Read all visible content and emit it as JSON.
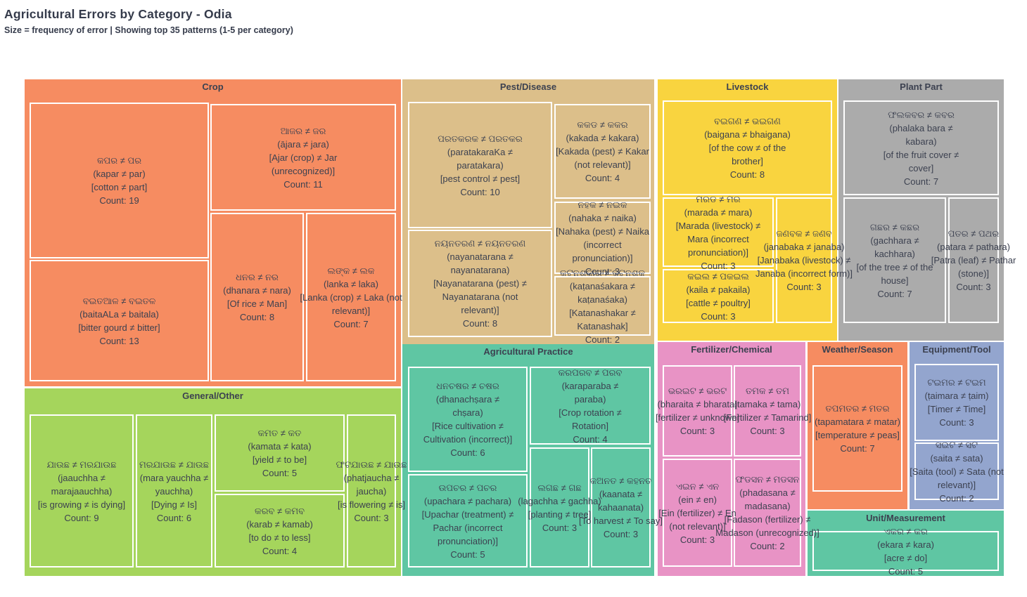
{
  "header": {
    "title": "Agricultural Errors by Category - Odia",
    "subtitle": "Size = frequency of error | Showing top 35 patterns (1-5 per category)"
  },
  "chart_data": {
    "type": "treemap",
    "title": "Agricultural Errors by Category - Odia",
    "subtitle": "Size = frequency of error | Showing top 35 patterns (1-5 per category)",
    "size_encoding": "frequency of error",
    "total_patterns_shown": 35,
    "patterns_per_category": "1-5",
    "text_color": "#3c4150",
    "categories": [
      {
        "name": "Crop",
        "key": "crop",
        "color": "#f68c61",
        "items": [
          {
            "odia": "କପର ≠ ପର",
            "roman": "(kapar ≠ par)",
            "gloss": "[cotton ≠ part]",
            "count": 19,
            "lines": [
              "କପର ≠ ପର",
              "(kapar ≠ par)",
              "[cotton ≠ part]",
              "Count: 19"
            ]
          },
          {
            "odia": "ଆଜର ≠ ଜର",
            "roman": "(ājara ≠ jara)",
            "gloss": "[Ajar (crop) ≠ Jar (unrecognized)]",
            "count": 11,
            "lines": [
              "ଆଜର ≠ ଜର",
              "(ājara ≠ jara)",
              "[Ajar (crop) ≠ Jar",
              "(unrecognized)]",
              "Count: 11"
            ]
          },
          {
            "odia": "ବଇତଆଳ ≠ ବଇତଳ",
            "roman": "(baitaALa ≠ baitala)",
            "gloss": "[bitter gourd ≠ bitter]",
            "count": 13,
            "lines": [
              "ବଇତଆଳ ≠ ବଇତଳ",
              "(baitaALa ≠ baitala)",
              "[bitter gourd ≠ bitter]",
              "Count: 13"
            ]
          },
          {
            "odia": "ଧନର ≠ ନର",
            "roman": "(dhanara ≠ nara)",
            "gloss": "[Of rice ≠ Man]",
            "count": 8,
            "lines": [
              "ଧନର ≠ ନର",
              "(dhanara ≠ nara)",
              "[Of rice ≠ Man]",
              "Count: 8"
            ]
          },
          {
            "odia": "ଲଙ୍କ ≠ ଲକ",
            "roman": "(lanka ≠ laka)",
            "gloss": "[Lanka (crop) ≠ Laka (not relevant)]",
            "count": 7,
            "lines": [
              "ଲଙ୍କ ≠ ଲକ",
              "(lanka ≠ laka)",
              "[Lanka (crop) ≠ Laka (not",
              "relevant)]",
              "Count: 7"
            ]
          }
        ]
      },
      {
        "name": "Pest/Disease",
        "key": "pest-disease",
        "color": "#dcbf8a",
        "items": [
          {
            "odia": "ପରତକରକ ≠ ପରତକର",
            "roman": "(paratakaraKa ≠ paratakara)",
            "gloss": "[pest control ≠ pest]",
            "count": 10,
            "lines": [
              "ପରତକରକ ≠ ପରତକର",
              "(paratakaraKa ≠",
              "paratakara)",
              "[pest control ≠ pest]",
              "Count: 10"
            ]
          },
          {
            "odia": "କକଡ ≠ କକର",
            "roman": "(kakada ≠ kakara)",
            "gloss": "[Kakada (pest) ≠ Kakar (not relevant)]",
            "count": 4,
            "lines": [
              "କକଡ ≠ କକର",
              "(kakada ≠ kakara)",
              "[Kakada (pest) ≠ Kakar",
              "(not relevant)]",
              "Count: 4"
            ]
          },
          {
            "odia": "ନହକ ≠ ନଇକ",
            "roman": "(nahaka ≠ naika)",
            "gloss": "[Nahaka (pest) ≠ Naika (incorrect pronunciation)]",
            "count": 3,
            "lines": [
              "ନହକ ≠ ନଇକ",
              "(nahaka ≠ naika)",
              "[Nahaka (pest) ≠ Naika",
              "(incorrect",
              "pronunciation)]",
              "Count: 3"
            ]
          },
          {
            "odia": "ନୟନତରଣ ≠ ନୟନତରଣ",
            "roman": "(nayanatarana ≠ nayanatarana)",
            "gloss": "[Nayanatarana (pest) ≠ Nayanatarana (not relevant)]",
            "count": 8,
            "lines": [
              "ନୟନତରଣ ≠ ନୟନତରଣ",
              "(nayanatarana ≠",
              "nayanatarana)",
              "[Nayanatarana (pest) ≠",
              "Nayanatarana (not",
              "relevant)]",
              "Count: 8"
            ]
          },
          {
            "odia": "କଟନଶକାର ≠ କଟନଶକ",
            "roman": "(kaṭanaśakara ≠ kaṭanaśaka)",
            "gloss": "[Katanashakar ≠ Katanashak]",
            "count": 2,
            "lines": [
              "କଟନଶକାର ≠ କଟନଶକ",
              "(kaṭanaśakara ≠",
              "kaṭanaśaka)",
              "[Katanashakar ≠",
              "Katanashak]",
              "Count: 2"
            ]
          }
        ]
      },
      {
        "name": "Livestock",
        "key": "livestock",
        "color": "#f9d43f",
        "items": [
          {
            "odia": "ବଇଗଣ ≠ ଭଇଗଣ",
            "roman": "(baigana ≠ bhaigana)",
            "gloss": "[of the cow ≠ of the brother]",
            "count": 8,
            "lines": [
              "ବଇଗଣ ≠ ଭଇଗଣ",
              "(baigana ≠ bhaigana)",
              "[of the cow ≠ of the",
              "brother]",
              "Count: 8"
            ]
          },
          {
            "odia": "ମରଡ ≠ ମର",
            "roman": "(marada ≠ mara)",
            "gloss": "[Marada (livestock) ≠ Mara (incorrect pronunciation)]",
            "count": 3,
            "lines": [
              "ମରଡ ≠ ମର",
              "(marada ≠ mara)",
              "[Marada (livestock) ≠",
              "Mara (incorrect",
              "pronunciation)]",
              "Count: 3"
            ]
          },
          {
            "odia": "ଜଣବକ ≠ ଜଣବ",
            "roman": "(janabaka ≠ janaba)",
            "gloss": "[Janabaka (livestock) ≠ Janaba (incorrect form)]",
            "count": 3,
            "lines": [
              "ଜଣବକ ≠ ଜଣବ",
              "(janabaka ≠ janaba)",
              "[Janabaka (livestock) ≠",
              "Janaba (incorrect form)]",
              "Count: 3"
            ]
          },
          {
            "odia": "କଇଲ ≠ ପକଇଲ",
            "roman": "(kaila ≠ pakaila)",
            "gloss": "[cattle ≠ poultry]",
            "count": 3,
            "lines": [
              "କଇଲ ≠ ପକଇଲ",
              "(kaila ≠ pakaila)",
              "[cattle ≠ poultry]",
              "Count: 3"
            ]
          }
        ]
      },
      {
        "name": "Plant Part",
        "key": "plant-part",
        "color": "#ababab",
        "items": [
          {
            "odia": "ଫଲକବର ≠ କବର",
            "roman": "(phalaka bara ≠ kabara)",
            "gloss": "[of the fruit cover ≠ cover]",
            "count": 7,
            "lines": [
              "ଫଲକବର ≠ କବର",
              "(phalaka bara ≠",
              "kabara)",
              "[of the fruit cover ≠",
              "cover]",
              "Count: 7"
            ]
          },
          {
            "odia": "ଗଛର ≠ କଛର",
            "roman": "(gachhara ≠ kachhara)",
            "gloss": "[of the tree ≠ of the house]",
            "count": 7,
            "lines": [
              "ଗଛର ≠ କଛର",
              "(gachhara ≠",
              "kachhara)",
              "[of the tree ≠ of the",
              "house]",
              "Count: 7"
            ]
          },
          {
            "odia": "ପତର ≠ ପଥର",
            "roman": "(patara ≠ pathara)",
            "gloss": "[Patra (leaf) ≠ Pathar (stone)]",
            "count": 3,
            "lines": [
              "ପତର ≠ ପଥର",
              "(patara ≠ pathara)",
              "[Patra (leaf) ≠ Pathar",
              "(stone)]",
              "Count: 3"
            ]
          }
        ]
      },
      {
        "name": "General/Other",
        "key": "general-other",
        "color": "#a5d55c",
        "items": [
          {
            "odia": "ଯାଉଛ ≠ ମରଯାଉଛ",
            "roman": "(jaauchha ≠ marajaauchha)",
            "gloss": "[is growing ≠ is dying]",
            "count": 9,
            "lines": [
              "ଯାଉଛ ≠ ମରଯାଉଛ",
              "(jaauchha ≠",
              "marajaauchha)",
              "[is growing ≠ is dying]",
              "Count: 9"
            ]
          },
          {
            "odia": "ମରଯାଉଛ ≠ ଯାଉଛ",
            "roman": "(mara yauchha ≠ yauchha)",
            "gloss": "[Dying ≠ Is]",
            "count": 6,
            "lines": [
              "ମରଯାଉଛ ≠ ଯାଉଛ",
              "(mara yauchha ≠",
              "yauchha)",
              "[Dying ≠ Is]",
              "Count: 6"
            ]
          },
          {
            "odia": "କମତ ≠ କତ",
            "roman": "(kamata ≠ kata)",
            "gloss": "[yield ≠ to be]",
            "count": 5,
            "lines": [
              "କମତ ≠ କତ",
              "(kamata ≠ kata)",
              "[yield ≠ to be]",
              "Count: 5"
            ]
          },
          {
            "odia": "କରବ ≠ କମବ",
            "roman": "(karab ≠ kamab)",
            "gloss": "[to do ≠ to less]",
            "count": 4,
            "lines": [
              "କରବ ≠ କମବ",
              "(karab ≠ kamab)",
              "[to do ≠ to less]",
              "Count: 4"
            ]
          },
          {
            "odia": "ଫଟଯାଉଛ ≠ ଯାଉଛ",
            "roman": "(phatjaucha ≠ jaucha)",
            "gloss": "[is flowering ≠ is]",
            "count": 3,
            "lines": [
              "ଫଟଯାଉଛ ≠ ଯାଉଛ",
              "(phatjaucha ≠",
              "jaucha)",
              "[is flowering ≠ is]",
              "Count: 3"
            ]
          }
        ]
      },
      {
        "name": "Agricultural Practice",
        "key": "agricultural-practice",
        "color": "#5fc6a3",
        "items": [
          {
            "odia": "ଧନଚଷର ≠ ଚଷର",
            "roman": "(dhanachṣara ≠ chṣara)",
            "gloss": "[Rice cultivation ≠ Cultivation (incorrect)]",
            "count": 6,
            "lines": [
              "ଧନଚଷର ≠ ଚଷର",
              "(dhanachṣara ≠",
              "chṣara)",
              "[Rice cultivation ≠",
              "Cultivation (incorrect)]",
              "Count: 6"
            ]
          },
          {
            "odia": "କରପରବ ≠ ପରବ",
            "roman": "(karaparaba ≠ paraba)",
            "gloss": "[Crop rotation ≠ Rotation]",
            "count": 4,
            "lines": [
              "କରପରବ ≠ ପରବ",
              "(karaparaba ≠",
              "paraba)",
              "[Crop rotation ≠",
              "Rotation]",
              "Count: 4"
            ]
          },
          {
            "odia": "ଉପଚର ≠ ପଚର",
            "roman": "(upachara ≠ pachara)",
            "gloss": "[Upachar (treatment) ≠ Pachar (incorrect pronunciation)]",
            "count": 5,
            "lines": [
              "ଉପଚର ≠ ପଚର",
              "(upachara ≠ pachara)",
              "[Upachar (treatment) ≠",
              "Pachar (incorrect",
              "pronunciation)]",
              "Count: 5"
            ]
          },
          {
            "odia": "ଲଗଛ ≠ ଗଛ",
            "roman": "(lagachha ≠ gachha)",
            "gloss": "[planting ≠ tree]",
            "count": 3,
            "lines": [
              "ଲଗଛ ≠ ଗଛ",
              "(lagachha ≠ gachha)",
              "[planting ≠ tree]",
              "Count: 3"
            ]
          },
          {
            "odia": "କଅନତ ≠ କହନତ",
            "roman": "(kaanata ≠ kahaanata)",
            "gloss": "[To harvest ≠ To say]",
            "count": 3,
            "lines": [
              "କଅନତ ≠ କହନତ",
              "(kaanata ≠",
              "kahaanata)",
              "[To harvest ≠ To say]",
              "Count: 3"
            ]
          }
        ]
      },
      {
        "name": "Fertilizer/Chemical",
        "key": "fertilizer-chemical",
        "color": "#e893c5",
        "items": [
          {
            "odia": "ଭରଇଟ ≠ ଭରଟ",
            "roman": "(bharaita ≠ bharata)",
            "gloss": "[fertilizer ≠ unknown]",
            "count": 3,
            "lines": [
              "ଭରଇଟ ≠ ଭରଟ",
              "(bharaita ≠ bharata)",
              "[fertilizer ≠ unknown]",
              "Count: 3"
            ]
          },
          {
            "odia": "ତମକ ≠ ତମ",
            "roman": "(tamaka ≠ tama)",
            "gloss": "[Fertilizer ≠ Tamarind]",
            "count": 3,
            "lines": [
              "ତମକ ≠ ତମ",
              "(tamaka ≠ tama)",
              "[Fertilizer ≠ Tamarind]",
              "Count: 3"
            ]
          },
          {
            "odia": "ଏଇନ ≠ ଏନ",
            "roman": "(ein ≠ en)",
            "gloss": "[Ein (fertilizer) ≠ En (not relevant)]",
            "count": 3,
            "lines": [
              "ଏଇନ ≠ ଏନ",
              "(ein ≠ en)",
              "[Ein (fertilizer) ≠ En",
              "(not relevant)]",
              "Count: 3"
            ]
          },
          {
            "odia": "ଫଡସନ ≠ ମଡସନ",
            "roman": "(phadasana ≠ madasana)",
            "gloss": "[Fadason (fertilizer) ≠ Madason (unrecognized)]",
            "count": 2,
            "lines": [
              "ଫଡସନ ≠ ମଡସନ",
              "(phadasana ≠",
              "madasana)",
              "[Fadason (fertilizer) ≠",
              "Madason (unrecognized)]",
              "Count: 2"
            ]
          }
        ]
      },
      {
        "name": "Weather/Season",
        "key": "weather-season",
        "color": "#f68c61",
        "items": [
          {
            "odia": "ତପମତର ≠ ମତର",
            "roman": "(tapamatara ≠ matar)",
            "gloss": "[temperature ≠ peas]",
            "count": 7,
            "lines": [
              "ତପମତର ≠ ମତର",
              "(tapamatara ≠ matar)",
              "[temperature ≠ peas]",
              "Count: 7"
            ]
          }
        ]
      },
      {
        "name": "Equipment/Tool",
        "key": "equipment-tool",
        "color": "#93a5ce",
        "items": [
          {
            "odia": "ଟଇମର ≠ ଟଇମ",
            "roman": "(ṭaimara ≠ ṭaim)",
            "gloss": "[Timer ≠ Time]",
            "count": 3,
            "lines": [
              "ଟଇମର ≠ ଟଇମ",
              "(ṭaimara ≠ ṭaim)",
              "[Timer ≠ Time]",
              "Count: 3"
            ]
          },
          {
            "odia": "ସଇଟ ≠ ସଟ",
            "roman": "(saita ≠ sata)",
            "gloss": "[Saita (tool) ≠ Sata (not relevant)]",
            "count": 2,
            "lines": [
              "ସଇଟ ≠ ସଟ",
              "(saita ≠ sata)",
              "[Saita (tool) ≠ Sata (not",
              "relevant)]",
              "Count: 2"
            ]
          }
        ]
      },
      {
        "name": "Unit/Measurement",
        "key": "unit-measurement",
        "color": "#5fc6a3",
        "items": [
          {
            "odia": "ଏକର ≠ କର",
            "roman": "(ekara ≠ kara)",
            "gloss": "[acre ≠ do]",
            "count": 5,
            "lines": [
              "ଏକର ≠ କର",
              "(ekara ≠ kara)",
              "[acre ≠ do]",
              "Count: 5"
            ]
          }
        ]
      }
    ]
  }
}
